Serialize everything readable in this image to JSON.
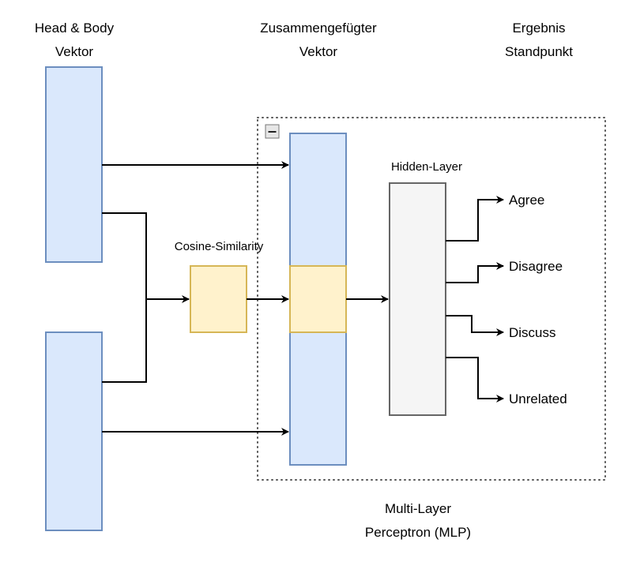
{
  "headings": {
    "input_line1": "Head & Body",
    "input_line2": "Vektor",
    "concat_line1": "Zusammengefügter",
    "concat_line2": "Vektor",
    "result_line1": "Ergebnis",
    "result_line2": "Standpunkt"
  },
  "nodes": {
    "cosine_label": "Cosine-Similarity",
    "hidden_label": "Hidden-Layer"
  },
  "group": {
    "label_line1": "Multi-Layer",
    "label_line2": "Perceptron (MLP)",
    "collapse_icon": "minus-icon"
  },
  "outputs": [
    "Agree",
    "Disagree",
    "Discuss",
    "Unrelated"
  ],
  "colors": {
    "vector_fill": "#dae8fc",
    "vector_stroke": "#6c8ebf",
    "similarity_fill": "#fff2cc",
    "similarity_stroke": "#d6b656",
    "hidden_fill": "#f5f5f5",
    "hidden_stroke": "#666666",
    "group_border": "#555555"
  }
}
